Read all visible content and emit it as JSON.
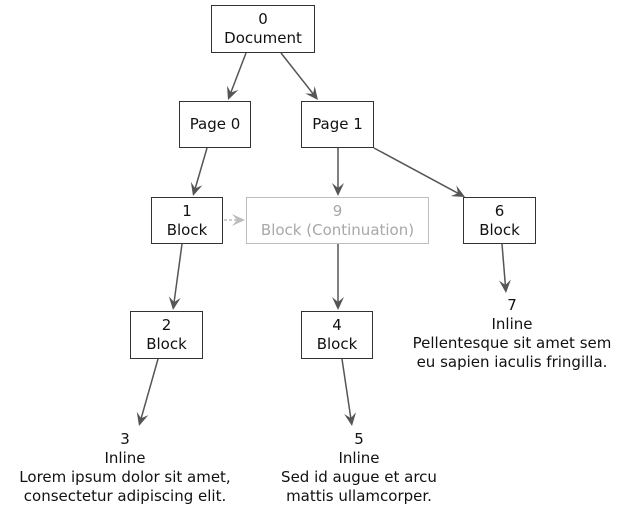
{
  "diagram": {
    "nodes": [
      {
        "id": "0",
        "kind": "Document",
        "lines": [
          "0",
          "Document"
        ],
        "style": "box"
      },
      {
        "id": "page0",
        "kind": "Page",
        "lines": [
          "Page 0"
        ],
        "style": "box"
      },
      {
        "id": "page1",
        "kind": "Page",
        "lines": [
          "Page 1"
        ],
        "style": "box"
      },
      {
        "id": "1",
        "kind": "Block",
        "lines": [
          "1",
          "Block"
        ],
        "style": "box"
      },
      {
        "id": "9",
        "kind": "Block (Continuation)",
        "lines": [
          "9",
          "Block (Continuation)"
        ],
        "style": "ghost"
      },
      {
        "id": "6",
        "kind": "Block",
        "lines": [
          "6",
          "Block"
        ],
        "style": "box"
      },
      {
        "id": "2",
        "kind": "Block",
        "lines": [
          "2",
          "Block"
        ],
        "style": "box"
      },
      {
        "id": "4",
        "kind": "Block",
        "lines": [
          "4",
          "Block"
        ],
        "style": "box"
      },
      {
        "id": "3",
        "kind": "Inline",
        "lines": [
          "3",
          "Inline",
          "Lorem ipsum dolor sit amet,",
          "consectetur adipiscing elit."
        ],
        "style": "plain"
      },
      {
        "id": "5",
        "kind": "Inline",
        "lines": [
          "5",
          "Inline",
          "Sed id augue et arcu",
          "mattis ullamcorper."
        ],
        "style": "plain"
      },
      {
        "id": "7",
        "kind": "Inline",
        "lines": [
          "7",
          "Inline",
          "Pellentesque sit amet sem",
          "eu sapien iaculis fringilla."
        ],
        "style": "plain"
      }
    ],
    "edges": [
      {
        "from": "0",
        "to": "page0",
        "style": "solid"
      },
      {
        "from": "0",
        "to": "page1",
        "style": "solid"
      },
      {
        "from": "page0",
        "to": "1",
        "style": "solid"
      },
      {
        "from": "page1",
        "to": "9",
        "style": "solid"
      },
      {
        "from": "page1",
        "to": "6",
        "style": "solid"
      },
      {
        "from": "1",
        "to": "9",
        "style": "ghost"
      },
      {
        "from": "1",
        "to": "2",
        "style": "solid"
      },
      {
        "from": "9",
        "to": "4",
        "style": "solid"
      },
      {
        "from": "6",
        "to": "7",
        "style": "solid"
      },
      {
        "from": "2",
        "to": "3",
        "style": "solid"
      },
      {
        "from": "4",
        "to": "5",
        "style": "solid"
      }
    ],
    "colors": {
      "edge": "#555555",
      "ghost": "#bdbdbd",
      "border": "#333333",
      "text": "#111111",
      "ghost_text": "#a8a8a8"
    }
  }
}
